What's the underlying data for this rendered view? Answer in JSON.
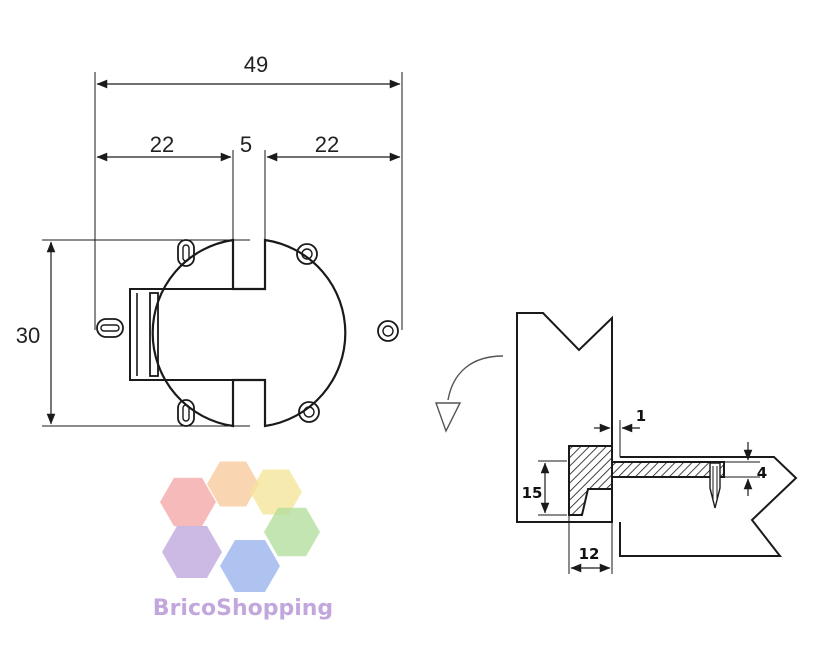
{
  "front_view": {
    "overall_width": "49",
    "left_width": "22",
    "gap_width": "5",
    "right_width": "22",
    "height": "30"
  },
  "section_view": {
    "gap": "1",
    "plate_thickness": "4",
    "cup_depth": "15",
    "cup_width": "12"
  },
  "logo": {
    "text": "BricoShopping",
    "colors": [
      "#f19a9a",
      "#f6c28c",
      "#f4e08a",
      "#a8d88c",
      "#b49ad8",
      "#8aa8e8"
    ],
    "text_color": "#b898d8"
  }
}
